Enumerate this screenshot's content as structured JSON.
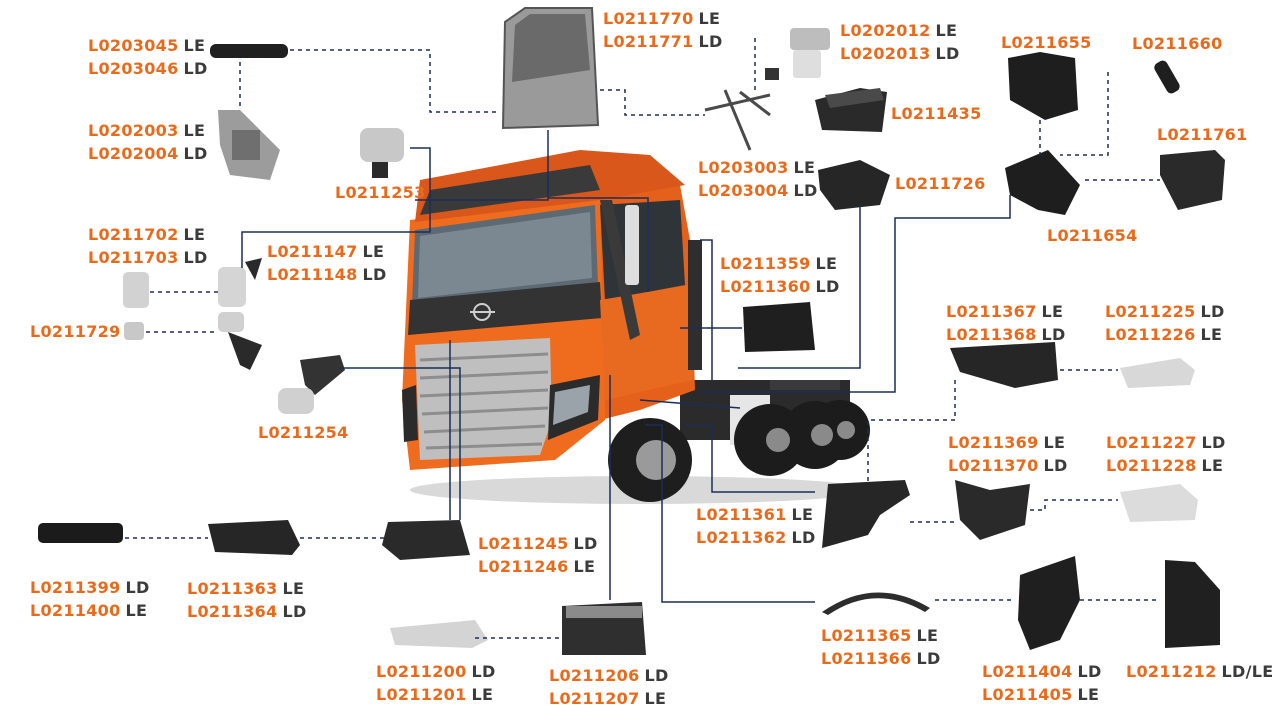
{
  "brand_color": "#ea6a1c",
  "suffix_color": "#3b3b3b",
  "leader_color": "#1a2e5a",
  "labels": {
    "door_handle": [
      {
        "code": "L0203045",
        "side": "LE"
      },
      {
        "code": "L0203046",
        "side": "LD"
      }
    ],
    "door": [
      {
        "code": "L0211770",
        "side": "LE"
      },
      {
        "code": "L0211771",
        "side": "LD"
      }
    ],
    "window_motor": [
      {
        "code": "L0202012",
        "side": "LE"
      },
      {
        "code": "L0202013",
        "side": "LD"
      }
    ],
    "hinge_lock": [
      {
        "code": "L0202003",
        "side": "LE"
      },
      {
        "code": "L0202004",
        "side": "LD"
      }
    ],
    "small_mirror_top": [
      {
        "code": "L0211253",
        "side": ""
      }
    ],
    "window_regulator": [
      {
        "code": "L0203003",
        "side": "LE"
      },
      {
        "code": "L0203004",
        "side": "LD"
      }
    ],
    "step_cover_top": [
      {
        "code": "L0211435",
        "side": ""
      }
    ],
    "step_cover_mid": [
      {
        "code": "L0211726",
        "side": ""
      }
    ],
    "rear_panel": [
      {
        "code": "L0211655",
        "side": ""
      }
    ],
    "grab_handle": [
      {
        "code": "L0211660",
        "side": ""
      }
    ],
    "mudguard_bracket": [
      {
        "code": "L0211761",
        "side": ""
      }
    ],
    "roof_deflector": [
      {
        "code": "L0211654",
        "side": ""
      }
    ],
    "mirror_glass": [
      {
        "code": "L0211702",
        "side": "LE"
      },
      {
        "code": "L0211703",
        "side": "LD"
      }
    ],
    "mirror_assembly": [
      {
        "code": "L0211147",
        "side": "LE"
      },
      {
        "code": "L0211148",
        "side": "LD"
      }
    ],
    "small_mirror": [
      {
        "code": "L0211729",
        "side": ""
      }
    ],
    "side_panel": [
      {
        "code": "L0211359",
        "side": "LE"
      },
      {
        "code": "L0211360",
        "side": "LD"
      }
    ],
    "front_mirror": [
      {
        "code": "L0211254",
        "side": ""
      }
    ],
    "fender_ext": [
      {
        "code": "L0211367",
        "side": "LE"
      },
      {
        "code": "L0211368",
        "side": "LD"
      }
    ],
    "step_grid_1": [
      {
        "code": "L0211225",
        "side": "LD"
      },
      {
        "code": "L0211226",
        "side": "LE"
      }
    ],
    "fender_ext_2": [
      {
        "code": "L0211369",
        "side": "LE"
      },
      {
        "code": "L0211370",
        "side": "LD"
      }
    ],
    "step_grid_2": [
      {
        "code": "L0211227",
        "side": "LD"
      },
      {
        "code": "L0211228",
        "side": "LE"
      }
    ],
    "corner_panel": [
      {
        "code": "L0211361",
        "side": "LE"
      },
      {
        "code": "L0211362",
        "side": "LD"
      }
    ],
    "sun_visor": [
      {
        "code": "L0211399",
        "side": "LD"
      },
      {
        "code": "L0211400",
        "side": "LE"
      }
    ],
    "front_fender": [
      {
        "code": "L0211363",
        "side": "LE"
      },
      {
        "code": "L0211364",
        "side": "LD"
      }
    ],
    "step_housing": [
      {
        "code": "L0211245",
        "side": "LD"
      },
      {
        "code": "L0211246",
        "side": "LE"
      }
    ],
    "wheel_arch": [
      {
        "code": "L0211365",
        "side": "LE"
      },
      {
        "code": "L0211366",
        "side": "LD"
      }
    ],
    "mudguard": [
      {
        "code": "L0211404",
        "side": "LD"
      },
      {
        "code": "L0211405",
        "side": "LE"
      }
    ],
    "mudflap": [
      {
        "code": "L0211212",
        "side": "LD/LE"
      }
    ],
    "lower_step": [
      {
        "code": "L0211200",
        "side": "LD"
      },
      {
        "code": "L0211201",
        "side": "LE"
      }
    ],
    "step_box": [
      {
        "code": "L0211206",
        "side": "LD"
      },
      {
        "code": "L0211207",
        "side": "LE"
      }
    ]
  }
}
